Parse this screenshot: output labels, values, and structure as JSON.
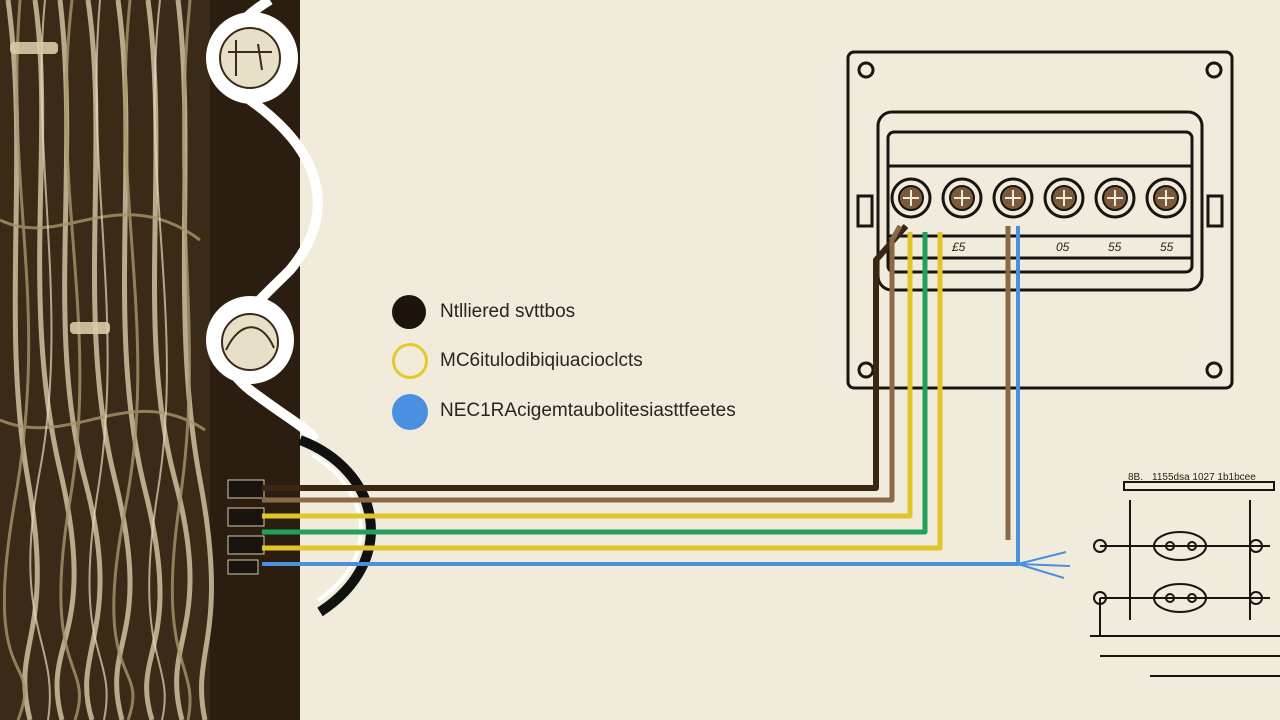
{
  "legend": [
    {
      "label": "Ntlliered svttbos",
      "color": "#1d140c",
      "style": "filled"
    },
    {
      "label": "MC6itulodibiqiuacioclcts",
      "color": "#e5c829",
      "style": "ring"
    },
    {
      "label": "NEC1RAcigemtaubolitesiasttfeetes",
      "color": "#4a8fe0",
      "style": "filled"
    }
  ],
  "terminal_labels": [
    "£5",
    "05",
    "55",
    "55"
  ],
  "schematic": {
    "header_left": "8B.",
    "header_right": "1155dsa 1027 1b1bcee"
  },
  "colors": {
    "background": "#f1ebdc",
    "wire_dark_brown": "#3a2612",
    "wire_brown": "#8a6a46",
    "wire_yellow": "#e0c62a",
    "wire_green": "#22a05c",
    "wire_blue": "#4a8fe0",
    "line_art": "#1a1410"
  }
}
